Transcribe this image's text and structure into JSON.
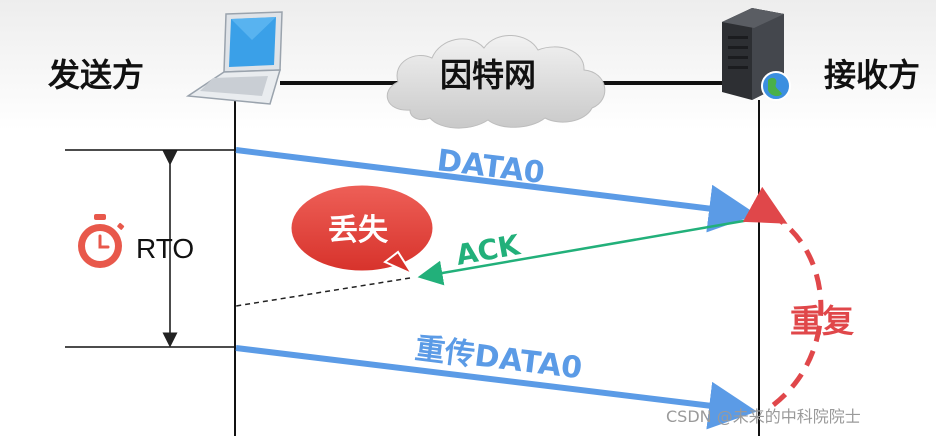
{
  "header": {
    "sender_label": "发送方",
    "network_label": "因特网",
    "receiver_label": "接收方"
  },
  "timer": {
    "label": "RTO",
    "icon": "stopwatch-icon"
  },
  "messages": {
    "data_label": "DATA0",
    "ack_label": "ACK",
    "lost_label": "丢失",
    "retransmit_label": "重传DATA0",
    "repeat_label": "重复"
  },
  "watermark": "CSDN @未来的中科院院士",
  "colors": {
    "data_arrow": "#5b9be6",
    "ack_arrow": "#22b07a",
    "lost_bubble": "#e2473f",
    "repeat": "#e0474a"
  },
  "icons": {
    "sender": "laptop-icon",
    "receiver": "server-icon",
    "network": "cloud-icon"
  }
}
